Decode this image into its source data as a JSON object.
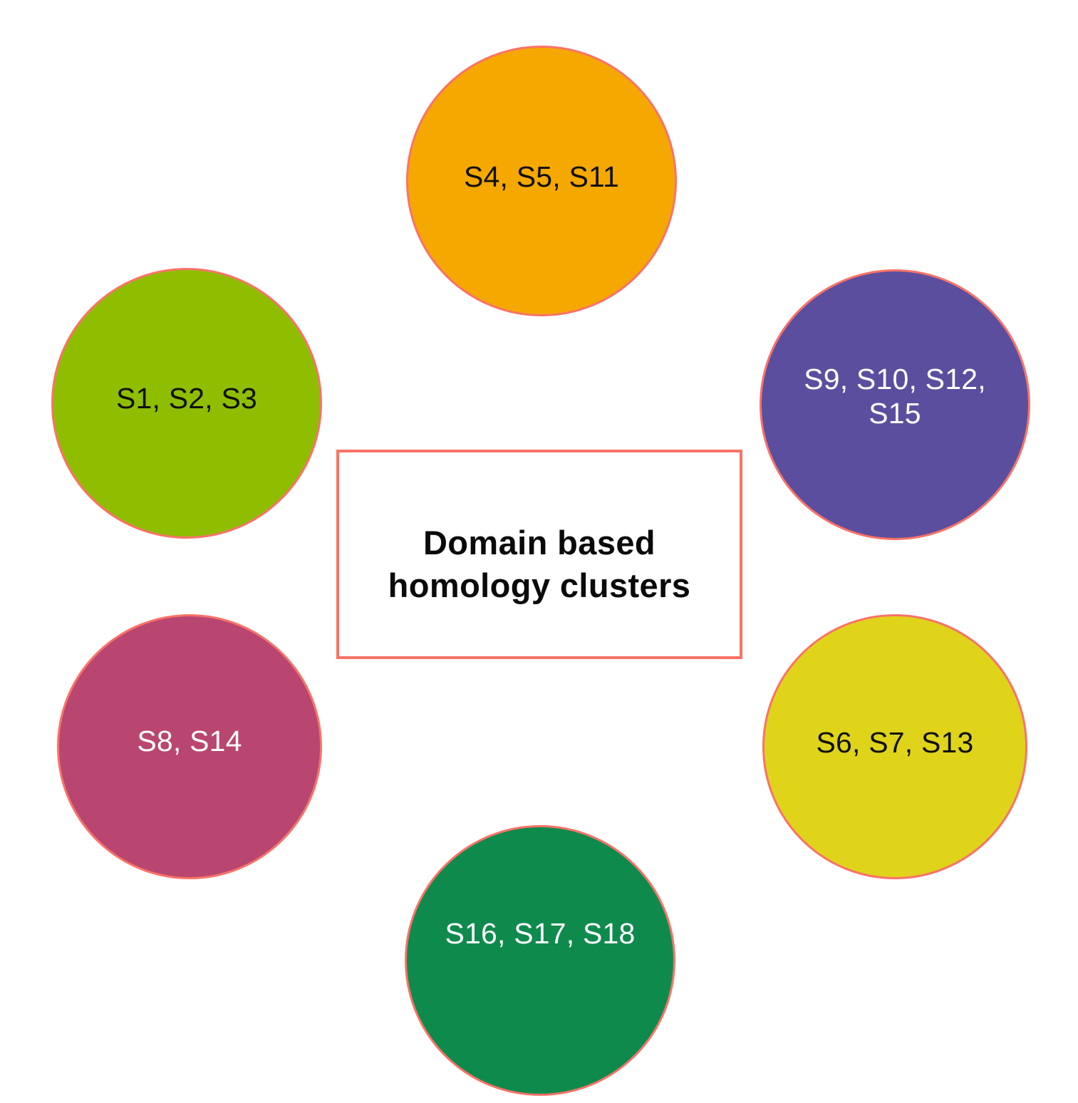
{
  "diagram": {
    "title": "Domain based homology clusters",
    "background_color": "#ffffff",
    "node_border_color": "#fa7268",
    "center_box": {
      "text": "Domain based\nhomology clusters",
      "border_color": "#fa7268",
      "background_color": "#ffffff",
      "text_color": "#0a0a0a"
    },
    "nodes": [
      {
        "id": "top",
        "label": "S4, S5, S11",
        "members": [
          "S4",
          "S5",
          "S11"
        ],
        "fill_color": "#f5a800",
        "text_color": "#101010",
        "position": "top"
      },
      {
        "id": "left-upper",
        "label": "S1, S2, S3",
        "members": [
          "S1",
          "S2",
          "S3"
        ],
        "fill_color": "#8fbe00",
        "text_color": "#101010",
        "position": "left-upper"
      },
      {
        "id": "right-upper",
        "label": "S9, S10, S12,\nS15",
        "members": [
          "S9",
          "S10",
          "S12",
          "S15"
        ],
        "fill_color": "#5c4e9e",
        "text_color": "#ffffff",
        "position": "right-upper"
      },
      {
        "id": "left-lower",
        "label": "S8, S14",
        "members": [
          "S8",
          "S14"
        ],
        "fill_color": "#b84670",
        "text_color": "#ffffff",
        "position": "left-lower"
      },
      {
        "id": "right-lower",
        "label": "S6, S7, S13",
        "members": [
          "S6",
          "S7",
          "S13"
        ],
        "fill_color": "#dfd41a",
        "text_color": "#101010",
        "position": "right-lower"
      },
      {
        "id": "bottom",
        "label": "S16, S17, S18",
        "members": [
          "S16",
          "S17",
          "S18"
        ],
        "fill_color": "#0f8a4d",
        "text_color": "#ffffff",
        "position": "bottom"
      }
    ]
  }
}
